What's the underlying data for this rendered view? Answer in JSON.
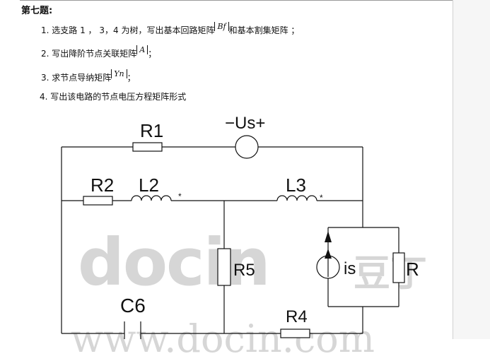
{
  "heading": "第七题:",
  "questions": [
    {
      "num": "1.",
      "pre": "选支路 1 ， 3，4 为树，写出基本回路矩阵",
      "mat1": "Bf",
      "mid": "和基本割集矩阵 ；"
    },
    {
      "num": "2.",
      "pre": "写出降阶节点关联矩阵",
      "mat1": "A",
      "post": "；"
    },
    {
      "num": "3.",
      "pre": "求节点导纳矩阵",
      "mat1": "Yn",
      "post": "；"
    },
    {
      "num": "4.",
      "text": "写出该电路的节点电压方程矩阵形式"
    }
  ],
  "circuit": {
    "R1": "R1",
    "Us": "−Us+",
    "R2": "R2",
    "L2": "L2",
    "L3": "L3",
    "dot": "*",
    "R5": "R5",
    "is": "is",
    "R": "R",
    "C6": "C6",
    "R4": "R4"
  },
  "watermark": {
    "brand": "docin",
    "cn": "豆丁",
    "url": "www.docin.com"
  }
}
